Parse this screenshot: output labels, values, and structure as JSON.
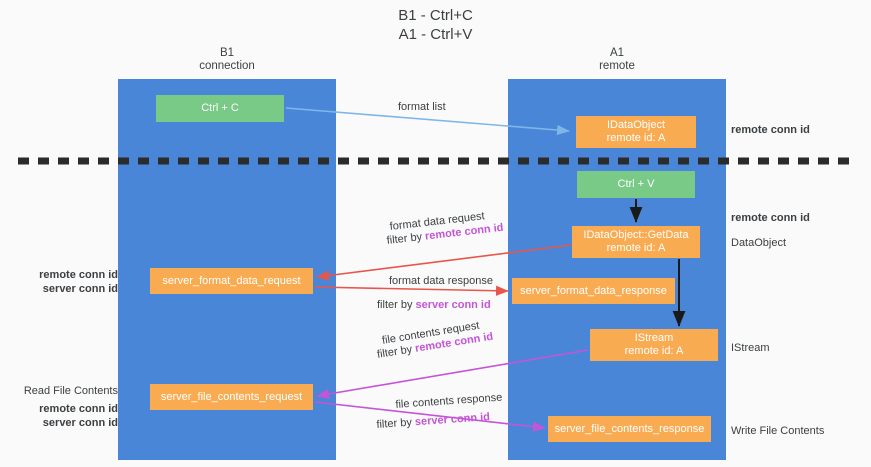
{
  "diagram": {
    "title": "B1 - Ctrl+C\nA1 - Ctrl+V",
    "colors": {
      "lane": "#4a86d8",
      "green_node": "#79c987",
      "orange_node": "#f9ab52",
      "remote_conn_id": "#c455d6",
      "server_conn_id_legend": "#7cc48a",
      "background": "#fafafa",
      "divider": "#2b2b2b",
      "arrow_blue": "#7eb6e8",
      "arrow_red": "#e8564b",
      "arrow_magenta": "#c455d6",
      "arrow_black": "#1a1a1a"
    },
    "lanes": [
      {
        "id": "b1",
        "title": "B1\nconnection"
      },
      {
        "id": "a1",
        "title": "A1\nremote"
      }
    ],
    "nodes": {
      "ctrl_c": "Ctrl + C",
      "ctrl_v": "Ctrl + V",
      "idataobject": "IDataObject\nremote id: A",
      "getdata": "IDataObject::GetData\nremote id: A",
      "istream": "IStream\nremote id: A",
      "server_format_data_request": "server_format_data_request",
      "server_format_data_response": "server_format_data_response",
      "server_file_contents_request": "server_file_contents_request",
      "server_file_contents_response": "server_file_contents_response"
    },
    "edge_labels": {
      "format_list": "format list",
      "format_data_request": "format data request",
      "format_data_request_filter_prefix": "filter by ",
      "format_data_request_filter_key": "remote conn id",
      "format_data_response": "format data response",
      "format_data_response_filter_prefix": "filter by ",
      "format_data_response_filter_key": "server conn id",
      "file_contents_request": "file contents request",
      "file_contents_request_filter_prefix": "filter by ",
      "file_contents_request_filter_key": "remote conn id",
      "file_contents_response": "file contents response",
      "file_contents_response_filter_prefix": "filter by ",
      "file_contents_response_filter_key": "server conn id"
    },
    "annotations": {
      "right_remote_conn_id_top": "remote conn id",
      "right_remote_conn_id_mid": "remote conn id",
      "right_dataobject": "DataObject",
      "right_istream": "IStream",
      "right_write_file_contents": "Write File Contents",
      "left_remote_conn_id": "remote conn id",
      "left_server_conn_id": "server conn id",
      "left_read_file_contents": "Read File Contents",
      "left_remote_conn_id_2": "remote conn id",
      "left_server_conn_id_2": "server conn id"
    }
  }
}
